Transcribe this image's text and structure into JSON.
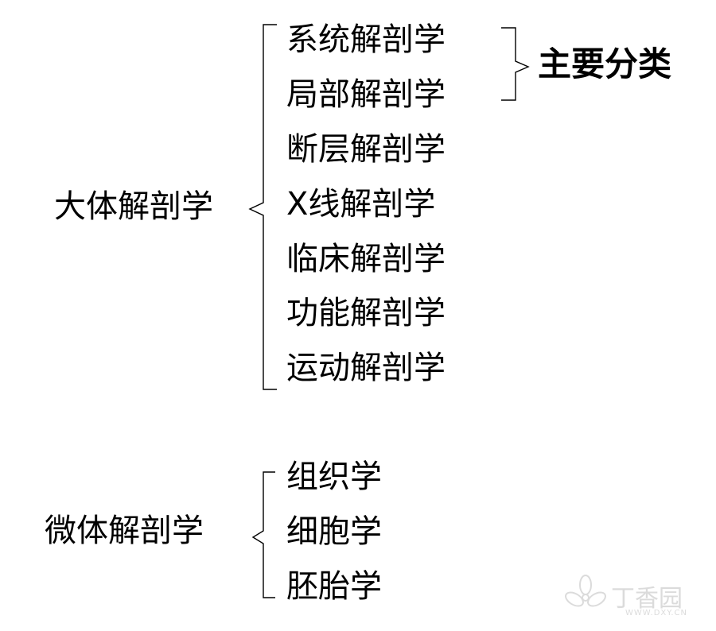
{
  "gross": {
    "root": "大体解剖学",
    "items": [
      "系统解剖学",
      "局部解剖学",
      "断层解剖学",
      "X线解剖学",
      "临床解剖学",
      "功能解剖学",
      "运动解剖学"
    ],
    "group_label": "主要分类"
  },
  "micro": {
    "root": "微体解剖学",
    "items": [
      "组织学",
      "细胞学",
      "胚胎学"
    ]
  },
  "watermark": {
    "brand": "丁香园",
    "url": "WWW.DXY.CN"
  }
}
